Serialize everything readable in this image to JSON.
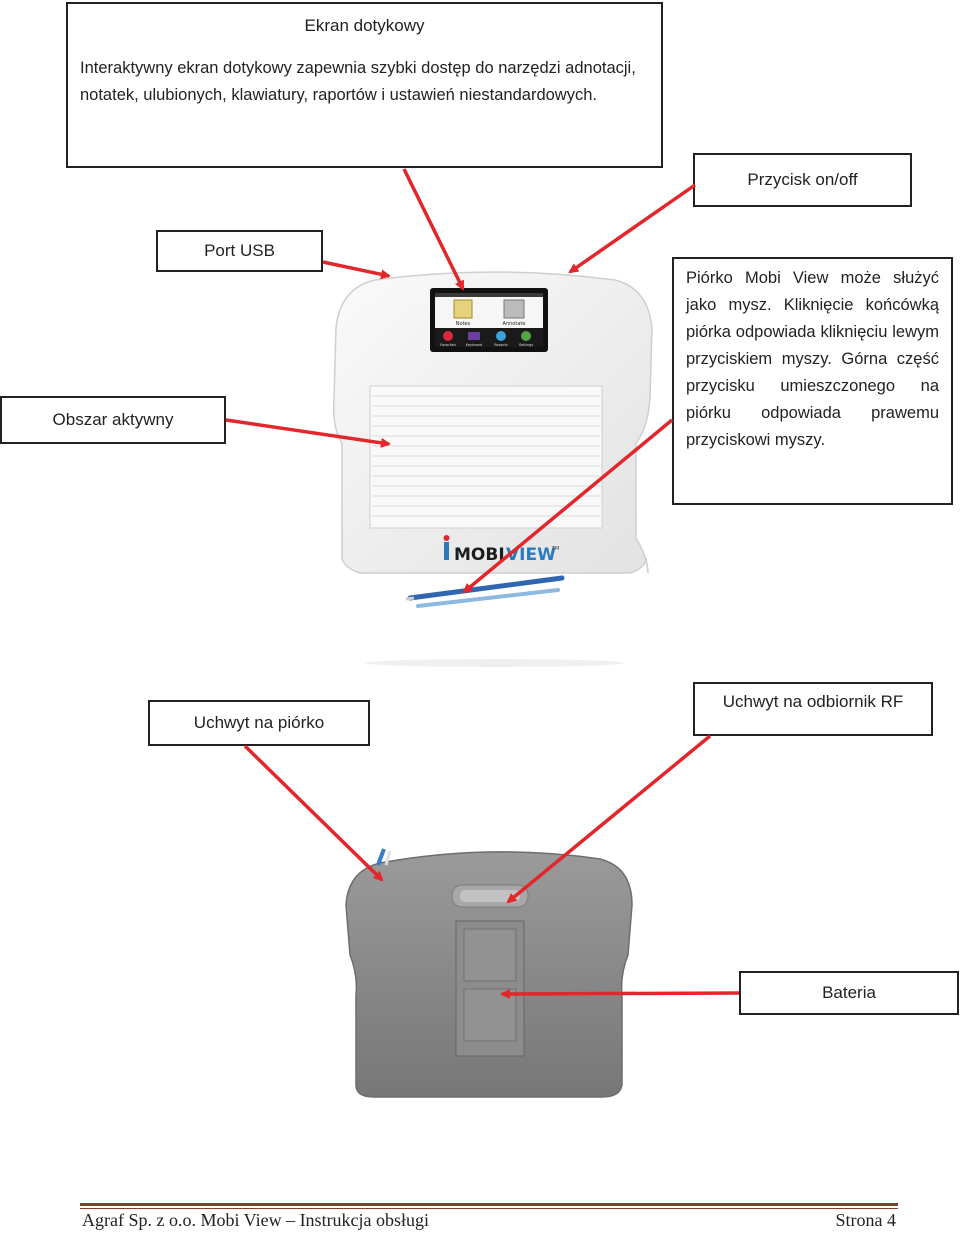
{
  "touchscreen": {
    "title": "Ekran dotykowy",
    "text": "Interaktywny ekran dotykowy zapewnia szybki dostęp do narzędzi adnotacji, notatek, ulubionych, klawiatury, raportów i ustawień niestandardowych."
  },
  "labels": {
    "power": "Przycisk on/off",
    "usb": "Port USB",
    "active_area": "Obszar aktywny",
    "pen_holder": "Uchwyt na piórko",
    "rf_holder": "Uchwyt na odbiornik RF",
    "battery": "Bateria"
  },
  "pen_description": {
    "line1": "Piórko Mobi View może służyć jako mysz. Kliknięcie końcówką piórka odpowiada kliknięciu lewym przyciskiem myszy. Górna część przycisku umieszczonego na piórku odpowiada prawemu przyciskowi myszy."
  },
  "device": {
    "screen_tiles": [
      "Notes",
      "Annotate",
      "Favorites",
      "Keyboard",
      "Reports",
      "Settings"
    ],
    "brand_prefix": "MOBI",
    "brand_suffix": "VIEW",
    "trademark": "TM"
  },
  "footer": {
    "left": "Agraf Sp. z o.o. Mobi View – Instrukcja obsługi",
    "right": "Strona 4"
  },
  "colors": {
    "arrow": "#e3262b",
    "device_front": "#f1f1f1",
    "device_back": "#8a8a8a",
    "footer_rule": "#8b3a2f"
  }
}
